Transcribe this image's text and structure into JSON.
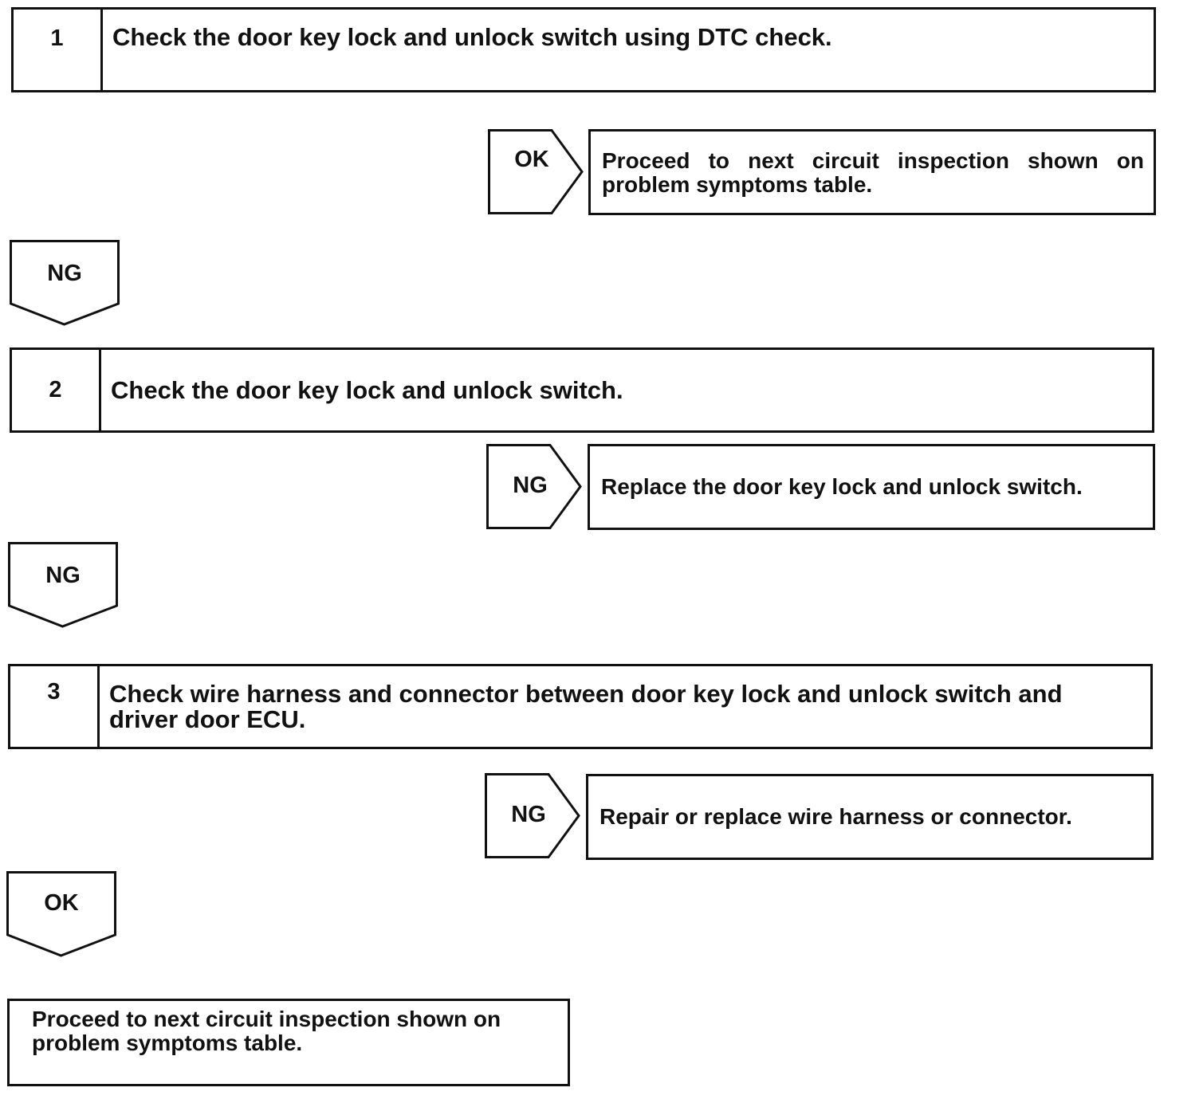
{
  "steps": [
    {
      "number": "1",
      "text": "Check the door key lock and unlock switch using DTC check."
    },
    {
      "number": "2",
      "text": "Check the door key lock and unlock switch."
    },
    {
      "number": "3",
      "text": "Check wire harness and connector between door key lock and unlock switch and driver door ECU."
    }
  ],
  "branches": [
    {
      "label": "OK",
      "result": "Proceed to next circuit inspection shown on problem symptoms table."
    },
    {
      "label": "NG",
      "result": "Replace the door key lock and unlock switch."
    },
    {
      "label": "NG",
      "result": "Repair or replace wire harness or connector."
    }
  ],
  "down_arrows": [
    "NG",
    "NG",
    "OK"
  ],
  "final_result": "Proceed to next circuit inspection shown on problem symptoms table."
}
